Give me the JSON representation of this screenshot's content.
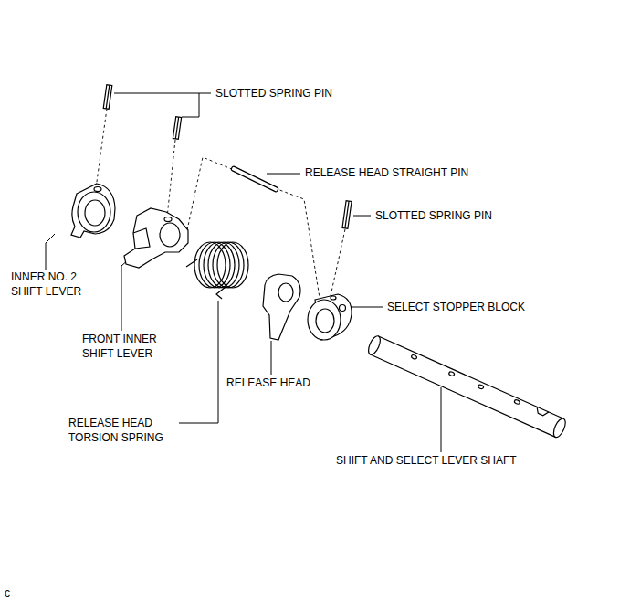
{
  "diagram": {
    "labels": [
      "SLOTTED SPRING PIN",
      "RELEASE HEAD STRAIGHT PIN",
      "SLOTTED SPRING PIN",
      "INNER NO. 2 SHIFT LEVER",
      "FRONT INNER SHIFT LEVER",
      "RELEASE HEAD",
      "SELECT STOPPER BLOCK",
      "RELEASE HEAD TORSION SPRING",
      "SHIFT AND SELECT LEVER SHAFT",
      "c"
    ]
  }
}
